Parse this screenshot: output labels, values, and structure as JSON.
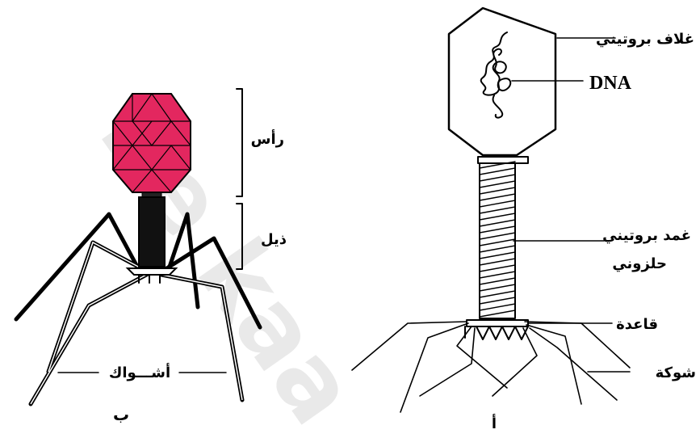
{
  "watermark": "be kaa",
  "figure_a": {
    "caption": "أ",
    "labels": {
      "protein_coat": "غلاف بروتيني",
      "dna": "DNA",
      "sheath_line1": "غمد بروتيني",
      "sheath_line2": "حلزوني",
      "base": "قاعدة",
      "spike": "شوكة"
    }
  },
  "figure_b": {
    "caption": "ب",
    "head_color": "#e3275f",
    "labels": {
      "head": "رأس",
      "tail": "ذيل",
      "spikes": "أشـــواك"
    }
  }
}
